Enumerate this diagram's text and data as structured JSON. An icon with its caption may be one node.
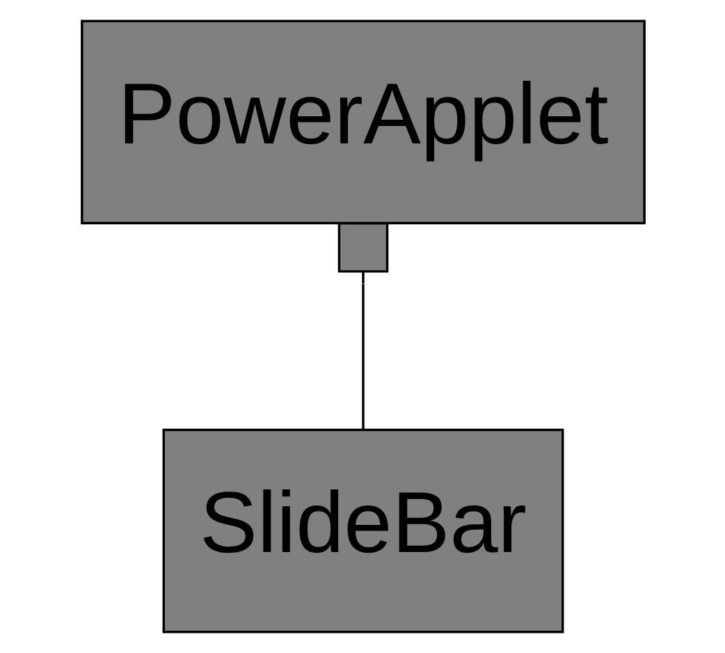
{
  "diagram": {
    "nodes": [
      {
        "text": [
          "PowerApplet"
        ]
      },
      {
        "text": [
          "SlideBar"
        ]
      }
    ],
    "edges": [
      {
        "from": 0,
        "to": 1,
        "arrow": "other"
      }
    ]
  }
}
